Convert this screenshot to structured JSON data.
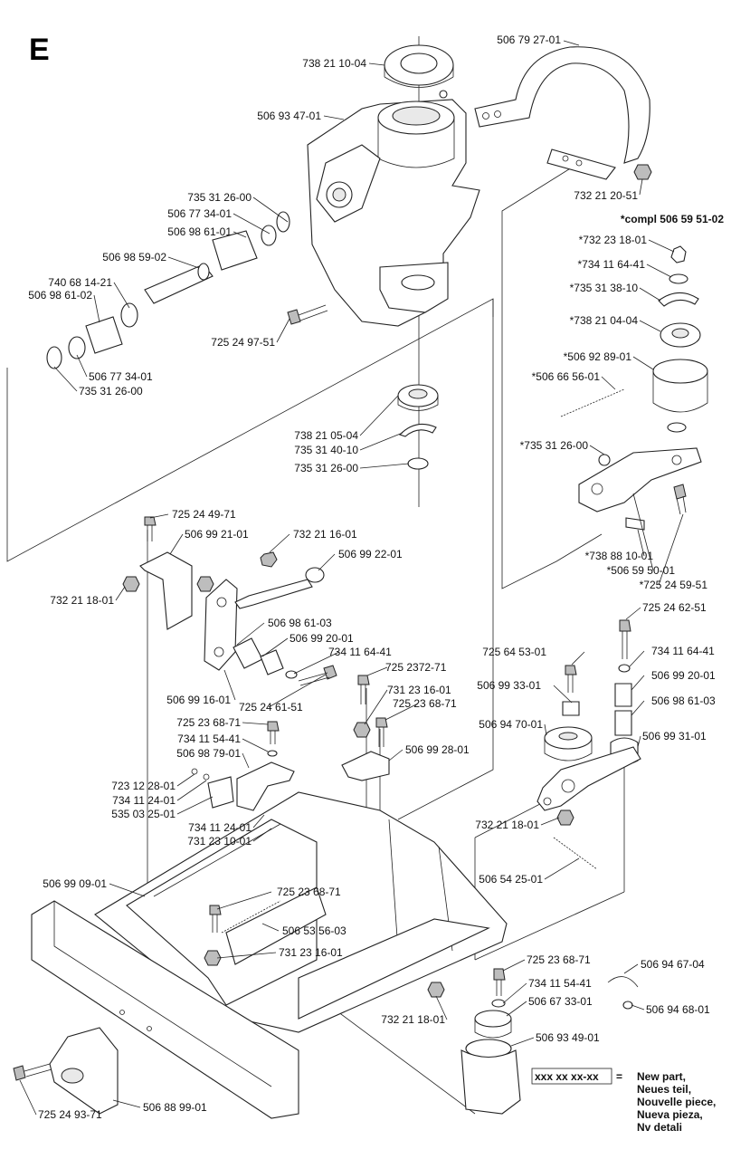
{
  "section_letter": "E",
  "parts": [
    {
      "id": "p01",
      "number": "738 21 10-04"
    },
    {
      "id": "p02",
      "number": "506 79 27-01"
    },
    {
      "id": "p03",
      "number": "506 93 47-01"
    },
    {
      "id": "p04",
      "number": "732 21 20-51"
    },
    {
      "id": "p05",
      "number": "735 31 26-00"
    },
    {
      "id": "p06",
      "number": "506 77 34-01"
    },
    {
      "id": "p07",
      "number": "506 98 61-01"
    },
    {
      "id": "p08",
      "number": "506 98 59-02"
    },
    {
      "id": "p09",
      "number": "740 68 14-21"
    },
    {
      "id": "p10",
      "number": "506 98 61-02"
    },
    {
      "id": "p11",
      "number": "725 24 97-51"
    },
    {
      "id": "p12",
      "number": "506 77 34-01"
    },
    {
      "id": "p13",
      "number": "735 31 26-00"
    },
    {
      "id": "p14",
      "number": "*compl 506 59 51-02"
    },
    {
      "id": "p15",
      "number": "*732 23 18-01"
    },
    {
      "id": "p16",
      "number": "*734 11 64-41"
    },
    {
      "id": "p17",
      "number": "*735 31 38-10"
    },
    {
      "id": "p18",
      "number": "*738 21 04-04"
    },
    {
      "id": "p19",
      "number": "*506 92 89-01"
    },
    {
      "id": "p20",
      "number": "*506 66 56-01"
    },
    {
      "id": "p21",
      "number": "738 21 05-04"
    },
    {
      "id": "p22",
      "number": "735 31 40-10"
    },
    {
      "id": "p23",
      "number": "735 31 26-00"
    },
    {
      "id": "p24",
      "number": "*735 31 26-00"
    },
    {
      "id": "p25",
      "number": "725 24 49-71"
    },
    {
      "id": "p26",
      "number": "506 99 21-01"
    },
    {
      "id": "p27",
      "number": "732 21 16-01"
    },
    {
      "id": "p28",
      "number": "506 99 22-01"
    },
    {
      "id": "p29",
      "number": "*738 88 10-01"
    },
    {
      "id": "p30",
      "number": "*506 59 50-01"
    },
    {
      "id": "p31",
      "number": "*725 24 59-51"
    },
    {
      "id": "p32",
      "number": "732 21 18-01"
    },
    {
      "id": "p33",
      "number": "506 98 61-03"
    },
    {
      "id": "p34",
      "number": "506 99 20-01"
    },
    {
      "id": "p35",
      "number": "734 11 64-41"
    },
    {
      "id": "p36",
      "number": "725 24 62-51"
    },
    {
      "id": "p37",
      "number": "725 64 53-01"
    },
    {
      "id": "p38",
      "number": "734 11 64-41"
    },
    {
      "id": "p39",
      "number": "725 2372-71"
    },
    {
      "id": "p40",
      "number": "506 99 33-01"
    },
    {
      "id": "p41",
      "number": "506 99 20-01"
    },
    {
      "id": "p42",
      "number": "506 99 16-01"
    },
    {
      "id": "p43",
      "number": "725 24 61-51"
    },
    {
      "id": "p44",
      "number": "731 23 16-01"
    },
    {
      "id": "p45",
      "number": "725 23 68-71"
    },
    {
      "id": "p46",
      "number": "506 94 70-01"
    },
    {
      "id": "p47",
      "number": "506 98 61-03"
    },
    {
      "id": "p48",
      "number": "725 23 68-71"
    },
    {
      "id": "p49",
      "number": "734 11 54-41"
    },
    {
      "id": "p50",
      "number": "506 98 79-01"
    },
    {
      "id": "p51",
      "number": "506 99 28-01"
    },
    {
      "id": "p52",
      "number": "506 99 31-01"
    },
    {
      "id": "p53",
      "number": "723 12 28-01"
    },
    {
      "id": "p54",
      "number": "734 11 24-01"
    },
    {
      "id": "p55",
      "number": "535 03 25-01"
    },
    {
      "id": "p56",
      "number": "734 11 24-01"
    },
    {
      "id": "p57",
      "number": "731 23 10-01"
    },
    {
      "id": "p58",
      "number": "732 21 18-01"
    },
    {
      "id": "p59",
      "number": "506 54 25-01"
    },
    {
      "id": "p60",
      "number": "506 99 09-01"
    },
    {
      "id": "p61",
      "number": "725 23 68-71"
    },
    {
      "id": "p62",
      "number": "506 53 56-03"
    },
    {
      "id": "p63",
      "number": "731 23 16-01"
    },
    {
      "id": "p64",
      "number": "725 23 68-71"
    },
    {
      "id": "p65",
      "number": "506 94 67-04"
    },
    {
      "id": "p66",
      "number": "734 11 54-41"
    },
    {
      "id": "p67",
      "number": "506 67 33-01"
    },
    {
      "id": "p68",
      "number": "506 94 68-01"
    },
    {
      "id": "p69",
      "number": "732 21 18-01"
    },
    {
      "id": "p70",
      "number": "506 93 49-01"
    },
    {
      "id": "p71",
      "number": "725 24 93-71"
    },
    {
      "id": "p72",
      "number": "506 88 99-01"
    }
  ],
  "legend": {
    "code": "xxx xx xx-xx",
    "equals": "=",
    "lines": [
      "New part,",
      "Neues teil,",
      "Nouvelle piece,",
      "Nueva pieza,",
      "Nv detali"
    ]
  }
}
